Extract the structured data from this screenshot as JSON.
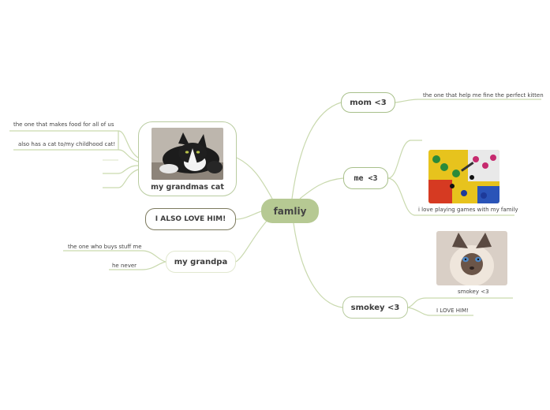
{
  "central": {
    "label": "famliy"
  },
  "nodes": {
    "mom": "mom <3",
    "me": "me <3",
    "smokey": "smokey <3",
    "grandpa": "my grandpa",
    "also_love": "I ALSO LOVE HIM!",
    "grandmas_cat": "my grandmas cat"
  },
  "leaves": {
    "mom_1": "the one that help me fine the perfect kitten",
    "me_img_caption": "i love playing games with my family",
    "smokey_img_caption": "smokey <3",
    "smokey_1": "I LOVE HIM!",
    "grandpa_1": "the one who buys stuff me",
    "grandpa_2": "he never",
    "cat_1": "the one that makes food for all of us",
    "cat_2": "also has a cat to/my childhood cat!"
  },
  "colors": {
    "central_fill": "#b6c993",
    "branch_line": "#c9d9ae",
    "node_border": "#a8c08a",
    "alsolove_border": "#7d7a5e"
  },
  "icons": [
    "cat-photo",
    "board-game-photo",
    "siamese-kitten-photo"
  ]
}
